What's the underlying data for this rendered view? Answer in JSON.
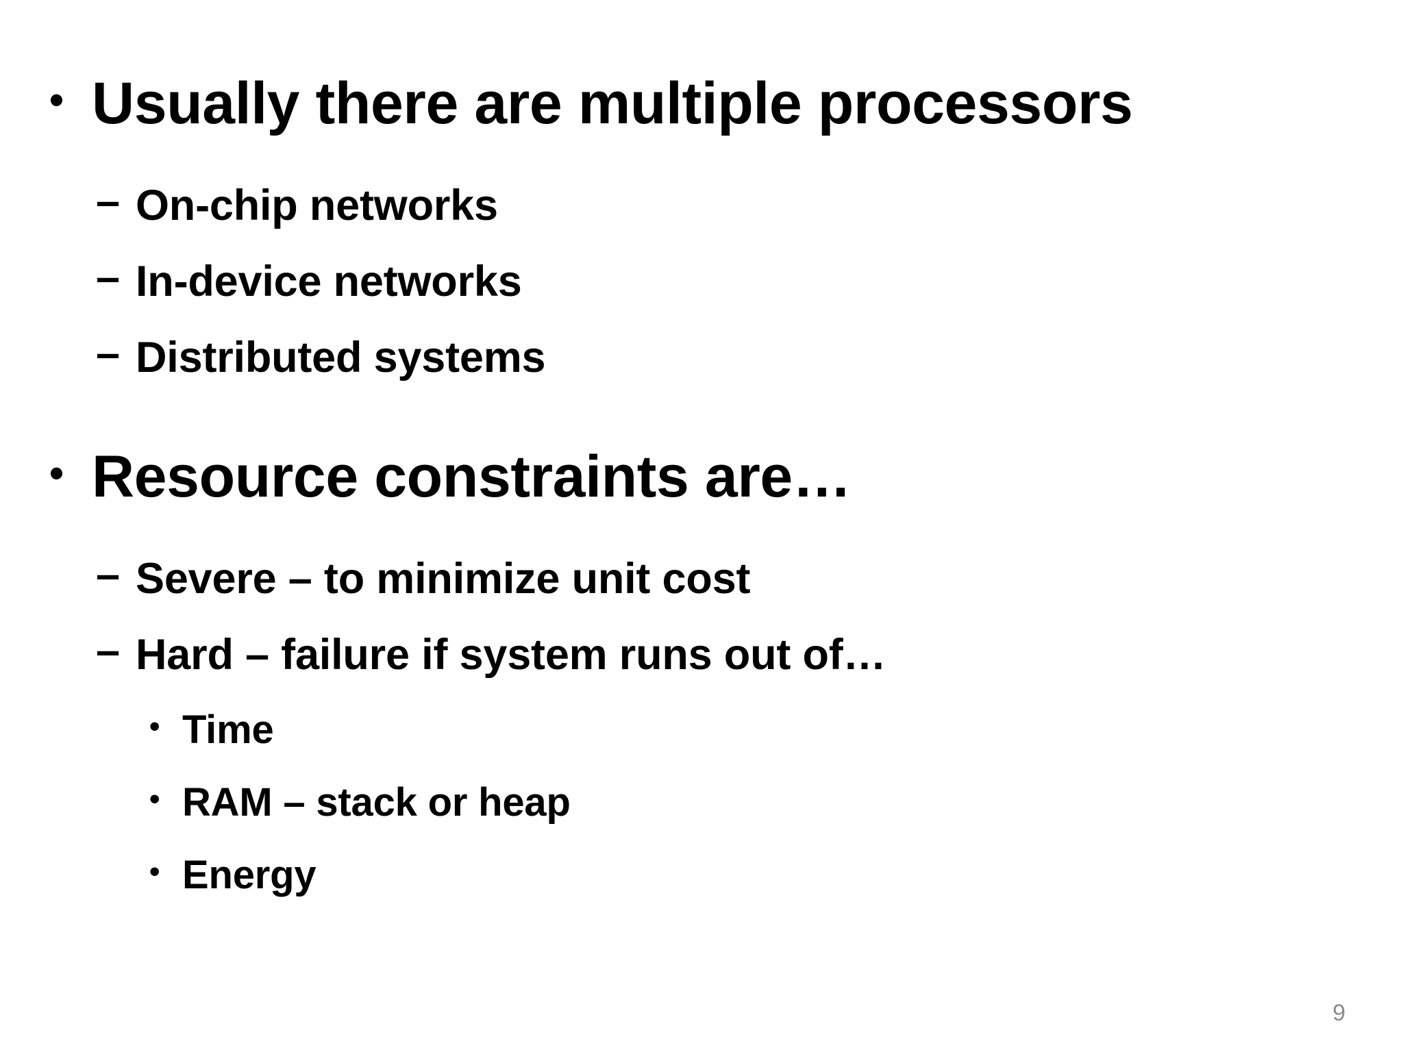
{
  "slide": {
    "background_color": "#FFFFFF",
    "text_color": "#000000",
    "page_number": "9",
    "page_number_color": "#8C8C8C",
    "bullet_markers": {
      "level1": "•",
      "level2": "–",
      "level3": "•"
    },
    "bullets": [
      {
        "level": 1,
        "marker": "•",
        "text": "Usually there are multiple processors"
      },
      {
        "level": 2,
        "marker": "–",
        "text": "On-chip networks"
      },
      {
        "level": 2,
        "marker": "–",
        "text": "In-device networks"
      },
      {
        "level": 2,
        "marker": "–",
        "text": "Distributed systems"
      },
      {
        "level": 1,
        "marker": "•",
        "text": "Resource constraints are…"
      },
      {
        "level": 2,
        "marker": "–",
        "text": "Severe – to minimize unit cost"
      },
      {
        "level": 2,
        "marker": "–",
        "text": "Hard – failure if system runs out of…"
      },
      {
        "level": 3,
        "marker": "•",
        "text": "Time"
      },
      {
        "level": 3,
        "marker": "•",
        "text": "RAM – stack or heap"
      },
      {
        "level": 3,
        "marker": "•",
        "text": "Energy"
      }
    ]
  }
}
